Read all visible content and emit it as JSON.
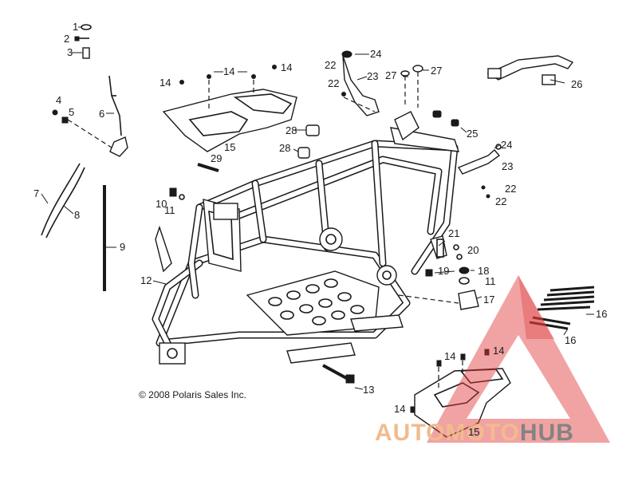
{
  "diagram": {
    "copyright": "© 2008 Polaris Sales Inc.",
    "callouts": [
      {
        "id": "c1",
        "text": "1"
      },
      {
        "id": "c2",
        "text": "2"
      },
      {
        "id": "c3",
        "text": "3"
      },
      {
        "id": "c4",
        "text": "4"
      },
      {
        "id": "c5",
        "text": "5"
      },
      {
        "id": "c6",
        "text": "6"
      },
      {
        "id": "c7",
        "text": "7"
      },
      {
        "id": "c8",
        "text": "8"
      },
      {
        "id": "c9",
        "text": "9"
      },
      {
        "id": "c10",
        "text": "10"
      },
      {
        "id": "c11a",
        "text": "11"
      },
      {
        "id": "c11b",
        "text": "11"
      },
      {
        "id": "c12",
        "text": "12"
      },
      {
        "id": "c13",
        "text": "13"
      },
      {
        "id": "c14a",
        "text": "14"
      },
      {
        "id": "c14b",
        "text": "14"
      },
      {
        "id": "c14c",
        "text": "14"
      },
      {
        "id": "c14d",
        "text": "14"
      },
      {
        "id": "c14e",
        "text": "14"
      },
      {
        "id": "c14f",
        "text": "14"
      },
      {
        "id": "c15a",
        "text": "15"
      },
      {
        "id": "c15b",
        "text": "15"
      },
      {
        "id": "c16a",
        "text": "16"
      },
      {
        "id": "c16b",
        "text": "16"
      },
      {
        "id": "c17",
        "text": "17"
      },
      {
        "id": "c18",
        "text": "18"
      },
      {
        "id": "c19",
        "text": "19"
      },
      {
        "id": "c20",
        "text": "20"
      },
      {
        "id": "c21",
        "text": "21"
      },
      {
        "id": "c22a",
        "text": "22"
      },
      {
        "id": "c22b",
        "text": "22"
      },
      {
        "id": "c22c",
        "text": "22"
      },
      {
        "id": "c22d",
        "text": "22"
      },
      {
        "id": "c23a",
        "text": "23"
      },
      {
        "id": "c23b",
        "text": "23"
      },
      {
        "id": "c24a",
        "text": "24"
      },
      {
        "id": "c24b",
        "text": "24"
      },
      {
        "id": "c25",
        "text": "25"
      },
      {
        "id": "c26",
        "text": "26"
      },
      {
        "id": "c27a",
        "text": "27"
      },
      {
        "id": "c27b",
        "text": "27"
      },
      {
        "id": "c28a",
        "text": "28"
      },
      {
        "id": "c28b",
        "text": "28"
      },
      {
        "id": "c29",
        "text": "29"
      }
    ]
  },
  "watermark": {
    "part1": "AUTO",
    "part2": "MOTO",
    "part3": "HUB",
    "color_red": "#e03a3a",
    "color_gray": "#6e6e6e",
    "icon": "triangle-logo-icon"
  }
}
